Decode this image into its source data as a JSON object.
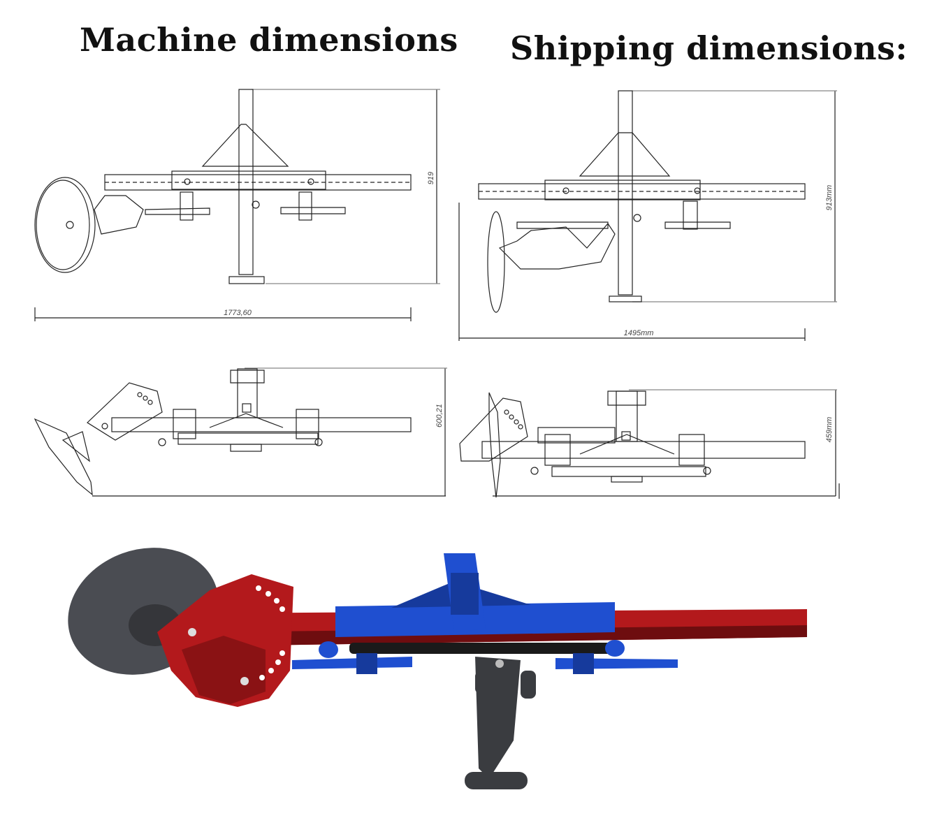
{
  "headings": {
    "machine": "Machine dimensions",
    "shipping": "Shipping dimensions:"
  },
  "machine_side": {
    "length": "1773,60",
    "height": "919"
  },
  "machine_top": {
    "width": "600,21"
  },
  "shipping_side": {
    "length": "1495mm",
    "height": "913mm"
  },
  "shipping_top": {
    "width": "459mm"
  },
  "colors": {
    "red": "#b3191c",
    "dark_red": "#6e0d0f",
    "blue": "#1f4fd0",
    "dark_blue": "#163a9c",
    "disc": "#4a4c52",
    "leg": "#3a3c40"
  }
}
